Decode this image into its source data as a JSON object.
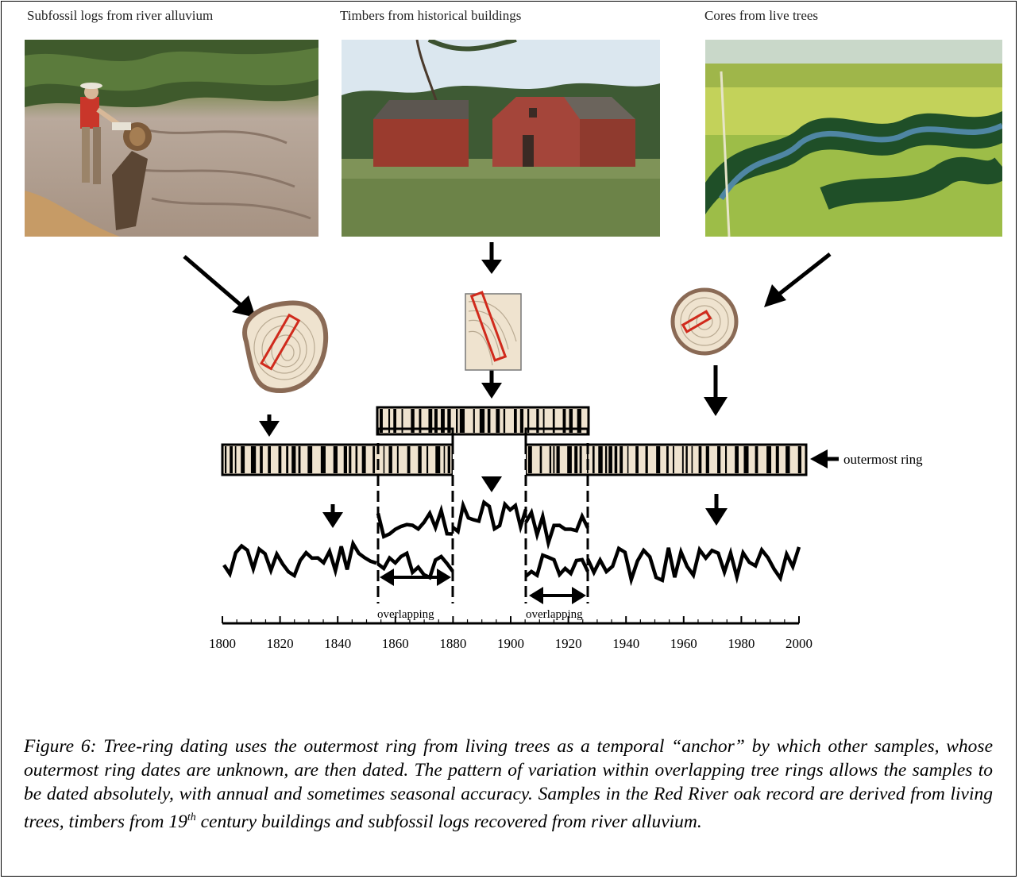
{
  "panels": [
    {
      "title": "Subfossil logs from river alluvium"
    },
    {
      "title": "Timbers from historical buildings"
    },
    {
      "title": "Cores from live trees"
    }
  ],
  "outermost_label": "outermost ring",
  "overlap_labels": [
    "overlapping",
    "overlapping"
  ],
  "axis": {
    "ticks": [
      "1800",
      "1820",
      "1840",
      "1860",
      "1880",
      "1900",
      "1920",
      "1940",
      "1960",
      "1980",
      "2000"
    ]
  },
  "caption": {
    "part1": "Figure 6: Tree-ring dating uses the outermost ring from living trees as a temporal “anchor” by which other samples, whose outermost ring dates are unknown, are then dated.  The pattern of variation within overlapping tree rings allows the samples to be dated absolutely, with annual and sometimes seasonal accuracy.  Samples in the Red River oak record are derived from living trees, timbers from 19",
    "sup": "th",
    "part2": " century buildings and subfossil logs recovered from river alluvium."
  },
  "colors": {
    "ink": "#000000",
    "wood": "#efe3cf",
    "bark": "#8a6a55",
    "core": "#d02a1c",
    "sky": "#d8e6ef",
    "barn": "#9a3b2e",
    "field": "#6f8f3a",
    "river": "#3b6f8f"
  }
}
